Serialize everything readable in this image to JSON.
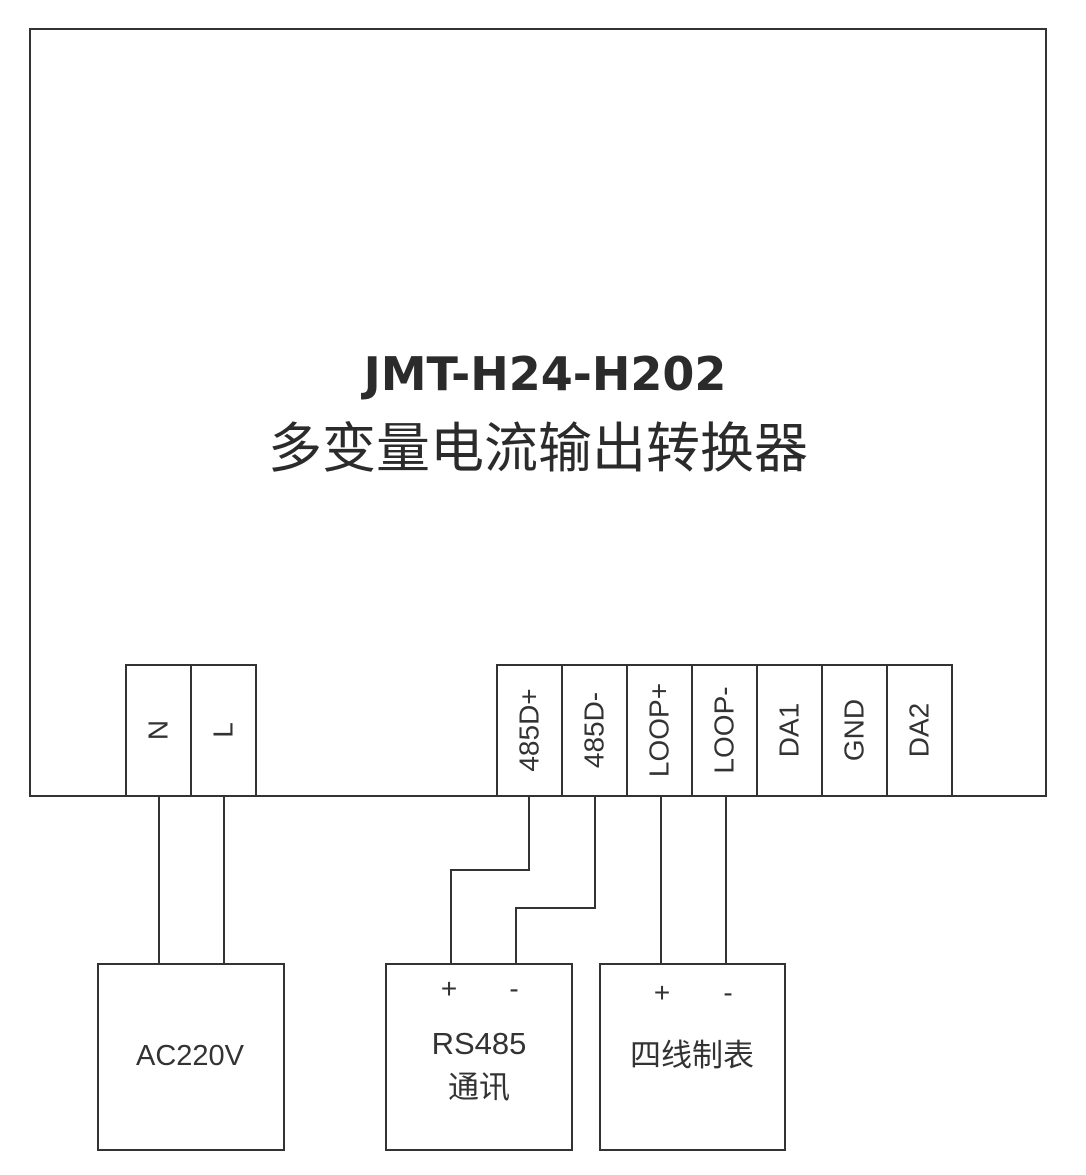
{
  "device": {
    "model": "JMT-H24-H202",
    "name": "多变量电流输出转换器"
  },
  "power_terminals": [
    "N",
    "L"
  ],
  "signal_terminals": [
    "485D+",
    "485D-",
    "LOOP+",
    "LOOP-",
    "DA1",
    "GND",
    "DA2"
  ],
  "power_box": {
    "label": "AC220V"
  },
  "rs485_box": {
    "plus": "+",
    "minus": "-",
    "line1": "RS485",
    "line2": "通讯"
  },
  "meter_box": {
    "plus": "+",
    "minus": "-",
    "label": "四线制表"
  },
  "colors": {
    "line": "#333333",
    "title": "#2b2b2b",
    "background": "#ffffff"
  }
}
